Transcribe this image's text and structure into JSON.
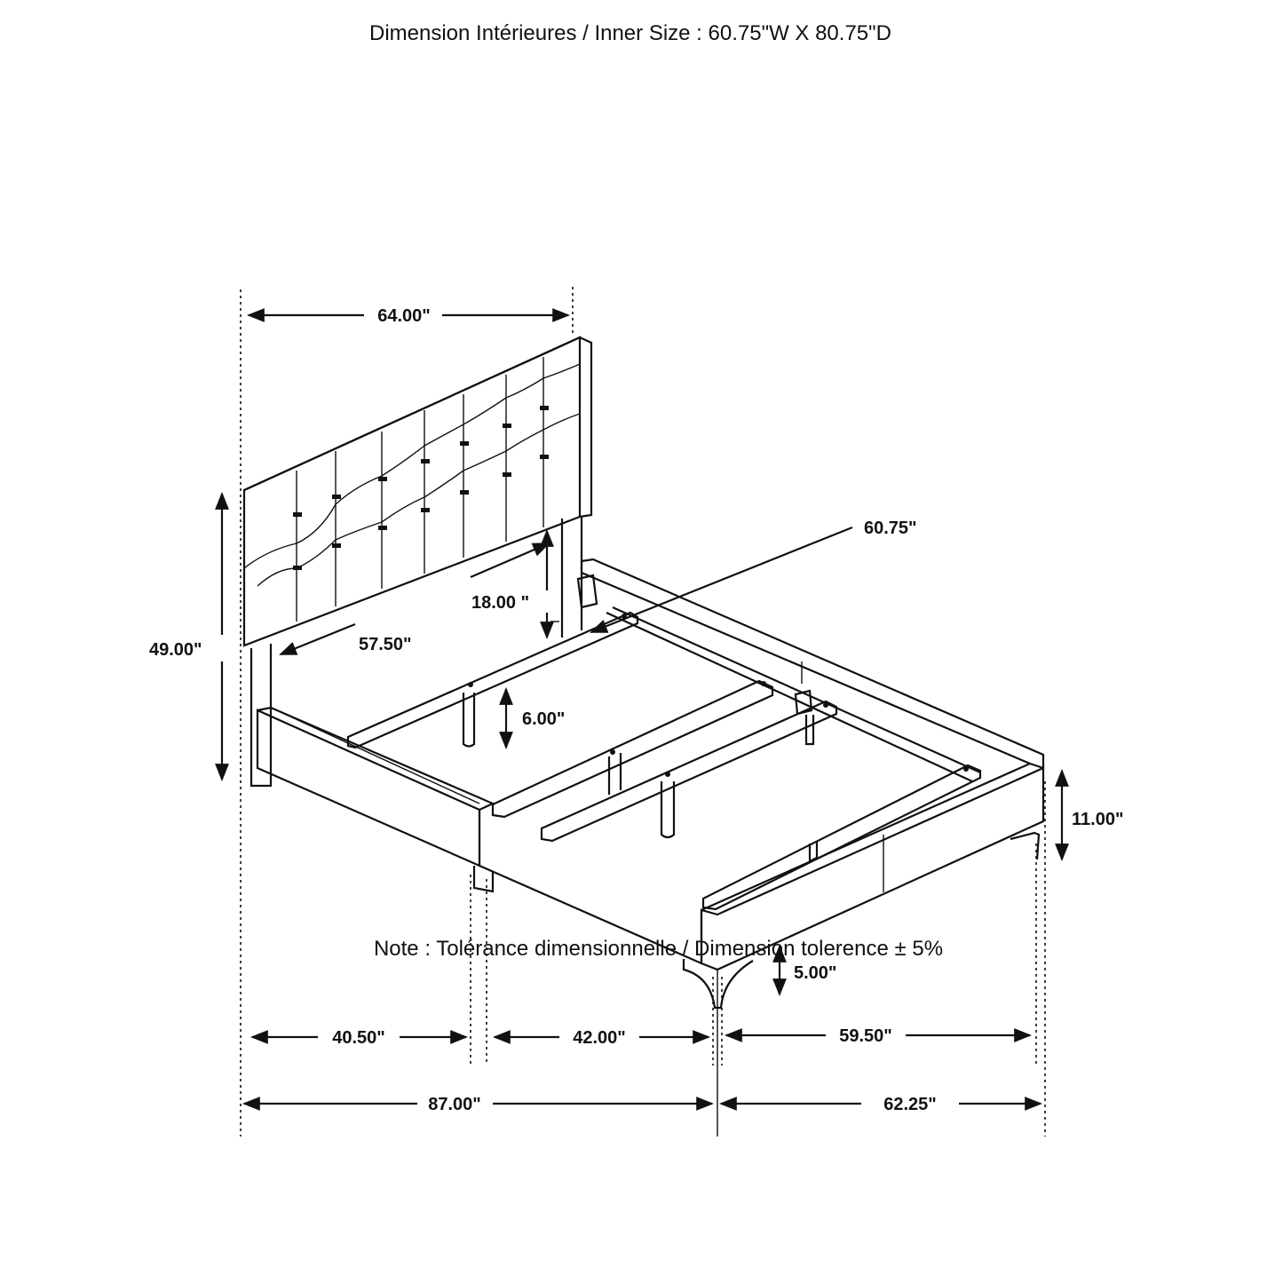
{
  "header": {
    "inner_size": "Dimension Intérieures / Inner Size : 60.75\"W X 80.75\"D"
  },
  "footer": {
    "note": "Note : Tolérance dimensionnelle / Dimension tolerence  ± 5%"
  },
  "dimensions": {
    "headboard_width": "64.00\"",
    "total_height": "49.00\"",
    "headboard_inner_width": "57.50\"",
    "headboard_clearance": "18.00  \"",
    "inner_width": "60.75\"",
    "slat_leg_height": "6.00\"",
    "side_rail_height": "11.00\"",
    "leg_height": "5.00\"",
    "seg_40": "40.50\"",
    "seg_42": "42.00\"",
    "seg_59": "59.50\"",
    "total_length": "87.00\"",
    "total_width": "62.25\""
  },
  "colors": {
    "line": "#111111",
    "background": "#ffffff"
  }
}
